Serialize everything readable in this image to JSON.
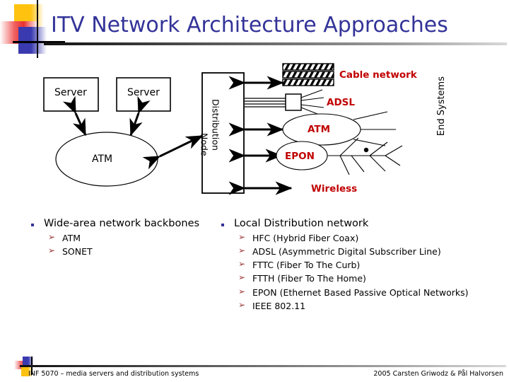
{
  "slide": {
    "title": "ITV Network Architecture Approaches",
    "title_color": "#333399"
  },
  "diagram": {
    "server_left": "Server",
    "server_right": "Server",
    "core_cloud": "ATM",
    "distribution_node_line1": "Distribution",
    "distribution_node_line2": "Node",
    "end_systems": "End Systems",
    "access_color": "#C00000",
    "access": [
      {
        "label": "Cable network",
        "kind": "coax-hatched"
      },
      {
        "label": "ADSL",
        "kind": "twisted-pair-fan"
      },
      {
        "label": "ATM",
        "kind": "ellipse-fan"
      },
      {
        "label": "EPON",
        "kind": "ellipse-tree"
      },
      {
        "label": "Wireless",
        "kind": "arrow-only"
      }
    ]
  },
  "bullets": {
    "left": {
      "heading": "Wide-area network backbones",
      "items": [
        "ATM",
        "SONET"
      ]
    },
    "right": {
      "heading": "Local Distribution network",
      "items": [
        "HFC (Hybrid Fiber Coax)",
        "ADSL (Asymmetric Digital Subscriber Line)",
        "FTTC (Fiber To The Curb)",
        "FTTH (Fiber To The Home)",
        "EPON (Ethernet Based Passive Optical Networks)",
        "IEEE 802.11"
      ]
    },
    "sub_bullet_glyph": "➢",
    "bullet_color": "#333399",
    "sub_bullet_color": "#993333"
  },
  "footer": {
    "left": "INF 5070 – media servers and distribution systems",
    "right": "2005  Carsten Griwodz & Pål Halvorsen"
  }
}
